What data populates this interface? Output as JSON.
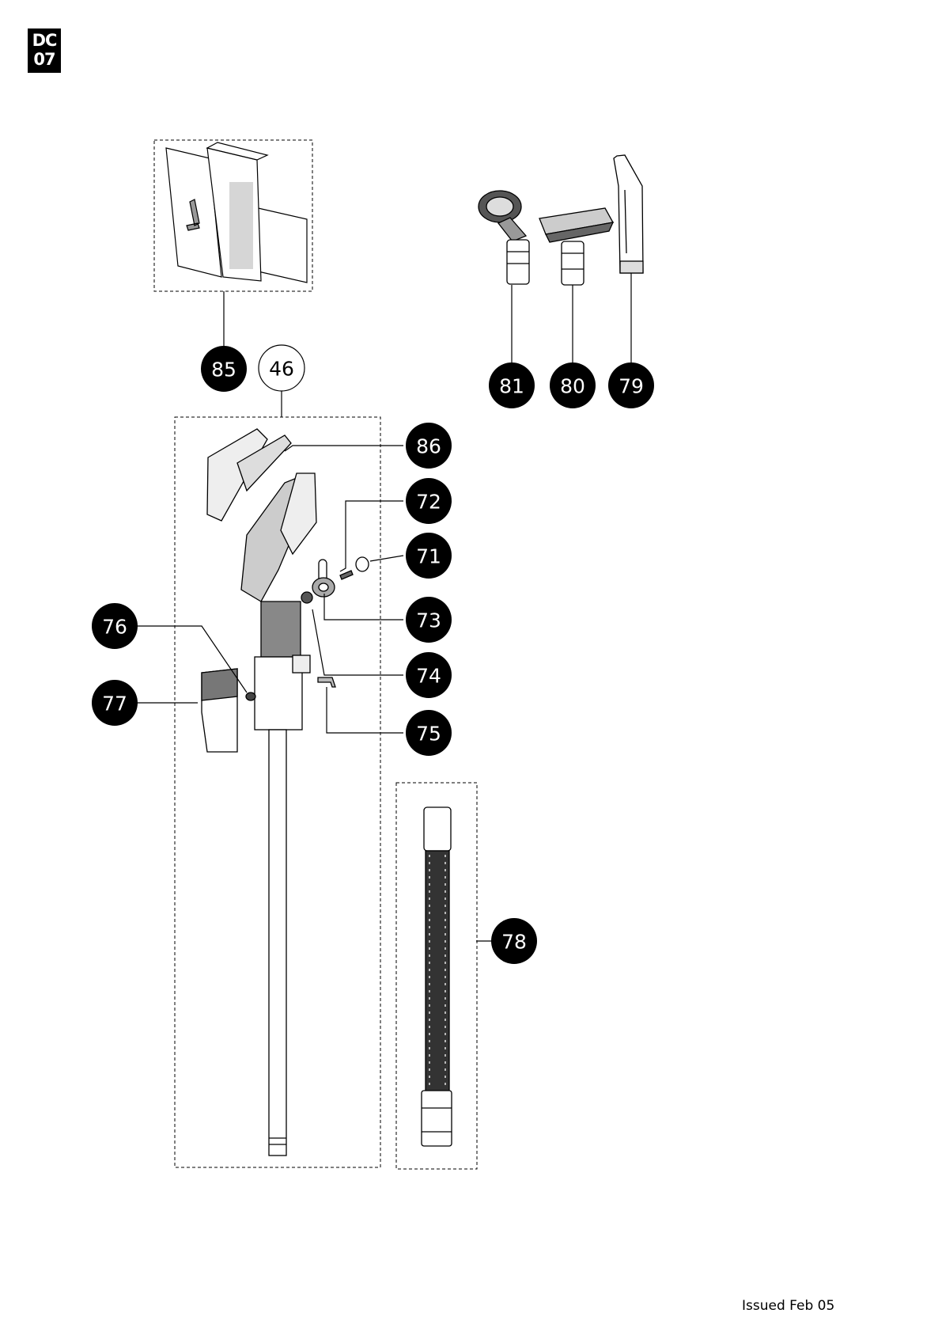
{
  "logo": {
    "line1": "DC",
    "line2": "07"
  },
  "footer": {
    "issued": "Issued Feb 05"
  },
  "callouts": [
    {
      "id": "85",
      "style": "filled"
    },
    {
      "id": "46",
      "style": "outline"
    },
    {
      "id": "81",
      "style": "filled"
    },
    {
      "id": "80",
      "style": "filled"
    },
    {
      "id": "79",
      "style": "filled"
    },
    {
      "id": "86",
      "style": "filled"
    },
    {
      "id": "72",
      "style": "filled"
    },
    {
      "id": "71",
      "style": "filled"
    },
    {
      "id": "73",
      "style": "filled"
    },
    {
      "id": "76",
      "style": "filled"
    },
    {
      "id": "74",
      "style": "filled"
    },
    {
      "id": "77",
      "style": "filled"
    },
    {
      "id": "75",
      "style": "filled"
    },
    {
      "id": "78",
      "style": "filled"
    }
  ],
  "colors": {
    "ink": "#000000",
    "paper": "#ffffff",
    "part_fill": "#e8e8e8"
  }
}
